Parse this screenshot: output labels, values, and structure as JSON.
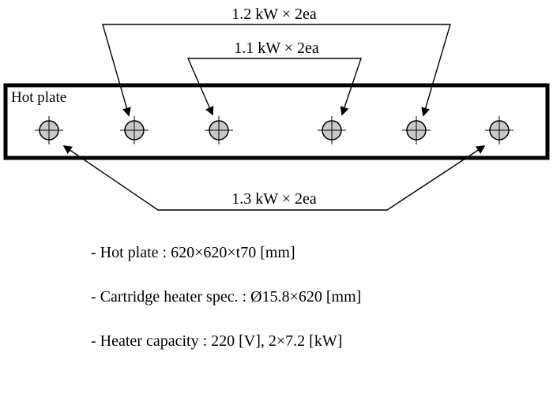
{
  "diagram": {
    "plate_label": "Hot plate",
    "labels": {
      "top": "1.2 kW × 2ea",
      "middle": "1.1 kW × 2ea",
      "bottom": "1.3 kW × 2ea"
    }
  },
  "specs": {
    "hot_plate": "- Hot plate : 620×620×t70 [mm]",
    "cartridge": "- Cartridge heater spec. : Ø15.8×620 [mm]",
    "capacity": "- Heater capacity : 220 [V], 2×7.2 [kW]"
  }
}
